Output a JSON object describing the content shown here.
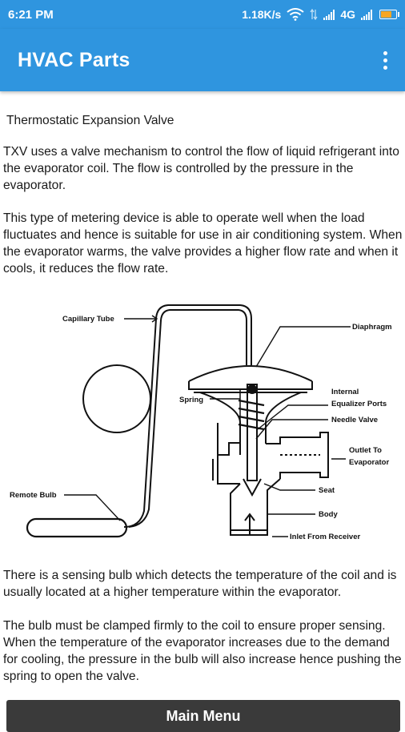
{
  "status_bar": {
    "time": "6:21 PM",
    "speed": "1.18K/s",
    "network": "4G",
    "icons": [
      "wifi-icon",
      "data-arrows-icon",
      "signal-icon",
      "signal-icon",
      "battery-icon"
    ]
  },
  "app_bar": {
    "title": "HVAC Parts",
    "menu_icon": "overflow-menu-icon"
  },
  "article": {
    "heading": "Thermostatic Expansion Valve",
    "para1": " TXV uses a valve mechanism to control the flow of liquid refrigerant into the evaporator coil. The flow is controlled by the pressure in the evaporator.",
    "para2": " This type of metering device is able to operate well when the load fluctuates and hence is suitable for use in air conditioning system. When the evaporator warms, the valve provides a higher flow rate and when it cools, it reduces the flow rate.",
    "para3": "There is a sensing bulb which detects the  temperature of the coil and is usually located at  a higher temperature within the evaporator.",
    "para4": " The bulb must be clamped firmly to the coil to  ensure proper sensing. When the temperature  of the evaporator increases due to the demand  for cooling, the pressure in the bulb will also increase hence pushing the spring to open the  valve."
  },
  "diagram": {
    "labels": {
      "capillary": "Capillary Tube",
      "diaphragm": "Diaphragm",
      "spring": "Spring",
      "internal1": "Internal",
      "internal2": "Equalizer Ports",
      "needle": "Needle Valve",
      "outlet1": "Outlet To",
      "outlet2": "Evaporator",
      "remote": "Remote Bulb",
      "seat": "Seat",
      "body": "Body",
      "inlet": "Inlet From Receiver"
    }
  },
  "buttons": {
    "main_menu": "Main Menu"
  }
}
